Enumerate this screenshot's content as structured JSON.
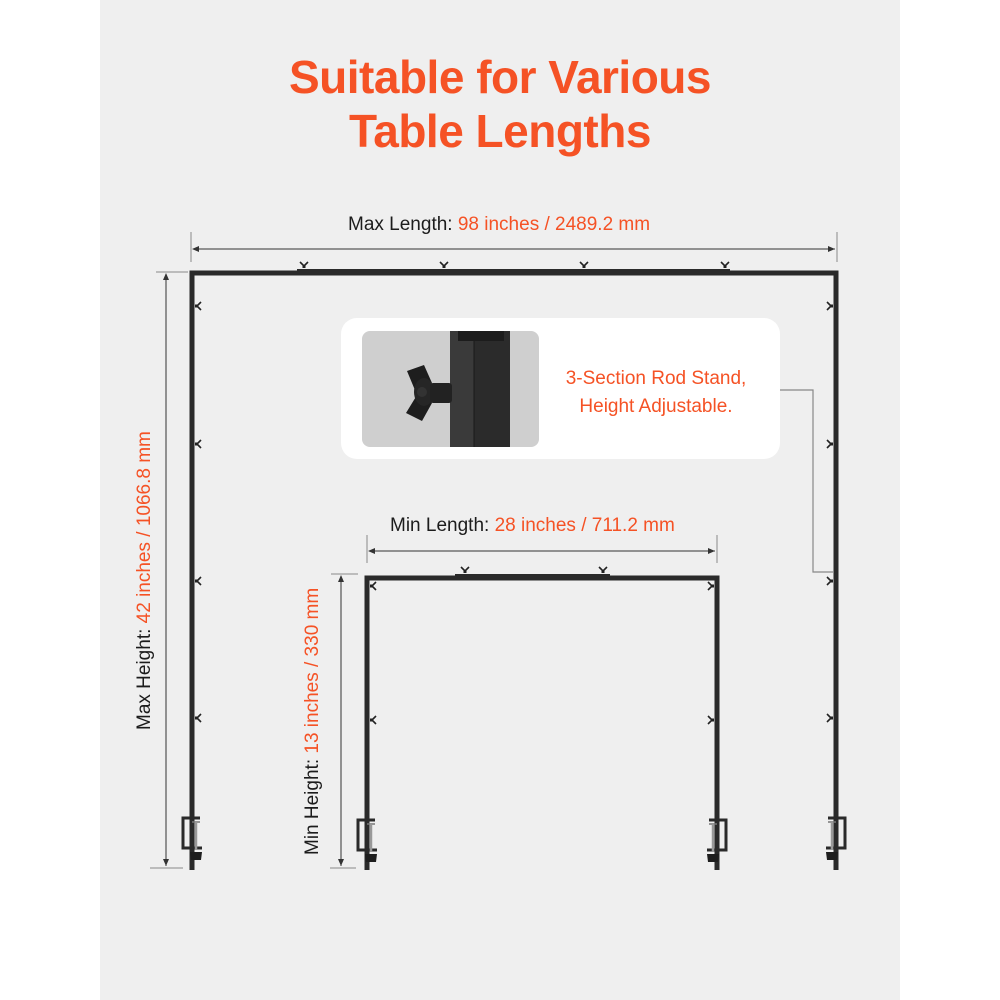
{
  "title": {
    "line1": "Suitable for Various",
    "line2": "Table Lengths"
  },
  "colors": {
    "accent": "#f55225",
    "panel_background": "#efefef",
    "frame": "#2a2a2a",
    "dimension_line": "#333333"
  },
  "max_length": {
    "label": "Max Length:",
    "value": "98 inches / 2489.2 mm"
  },
  "max_height": {
    "label": "Max Height:",
    "value": "42 inches / 1066.8 mm"
  },
  "min_length": {
    "label": "Min Length:",
    "value": "28 inches / 711.2 mm"
  },
  "min_height": {
    "label": "Min Height:",
    "value": "13 inches / 330 mm"
  },
  "callout": {
    "line1": "3-Section Rod Stand,",
    "line2": "Height Adjustable.",
    "image": "wing-nut-rod-closeup"
  },
  "icons": {
    "wing_nut": "wing-nut-icon",
    "clamp": "c-clamp-icon"
  }
}
